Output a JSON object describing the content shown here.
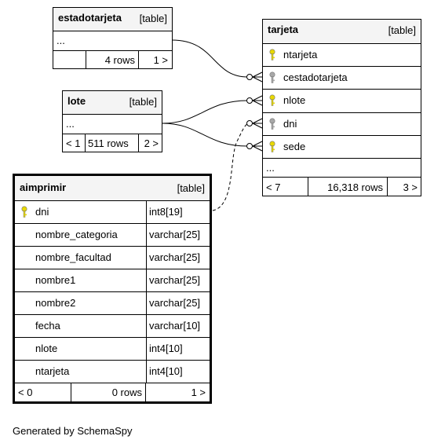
{
  "tables": {
    "estadotarjeta": {
      "name": "estadotarjeta",
      "kind": "[table]",
      "ellipsis": "...",
      "footer": {
        "left": "",
        "mid": "4 rows",
        "right": "1 >"
      }
    },
    "lote": {
      "name": "lote",
      "kind": "[table]",
      "ellipsis": "...",
      "footer": {
        "left": "< 1",
        "mid": "511 rows",
        "right": "2 >"
      }
    },
    "tarjeta": {
      "name": "tarjeta",
      "kind": "[table]",
      "columns": [
        {
          "name": "ntarjeta",
          "key": "primary"
        },
        {
          "name": "cestadotarjeta",
          "key": "foreign"
        },
        {
          "name": "nlote",
          "key": "primary"
        },
        {
          "name": "dni",
          "key": "foreign"
        },
        {
          "name": "sede",
          "key": "primary"
        }
      ],
      "ellipsis": "...",
      "footer": {
        "left": "< 7",
        "mid": "16,318 rows",
        "right": "3 >"
      }
    },
    "aimprimir": {
      "name": "aimprimir",
      "kind": "[table]",
      "columns": [
        {
          "name": "dni",
          "type": "int8[19]",
          "key": "primary"
        },
        {
          "name": "nombre_categoria",
          "type": "varchar[25]",
          "key": ""
        },
        {
          "name": "nombre_facultad",
          "type": "varchar[25]",
          "key": ""
        },
        {
          "name": "nombre1",
          "type": "varchar[25]",
          "key": ""
        },
        {
          "name": "nombre2",
          "type": "varchar[25]",
          "key": ""
        },
        {
          "name": "fecha",
          "type": "varchar[10]",
          "key": ""
        },
        {
          "name": "nlote",
          "type": "int4[10]",
          "key": ""
        },
        {
          "name": "ntarjeta",
          "type": "int4[10]",
          "key": ""
        }
      ],
      "footer": {
        "left": "< 0",
        "mid": "0 rows",
        "right": "1 >"
      }
    }
  },
  "colors": {
    "primary_key": "#e8d800",
    "foreign_key": "#a8a8a8",
    "header_bg": "#f4f4f4"
  },
  "generated_by": "Generated by SchemaSpy"
}
